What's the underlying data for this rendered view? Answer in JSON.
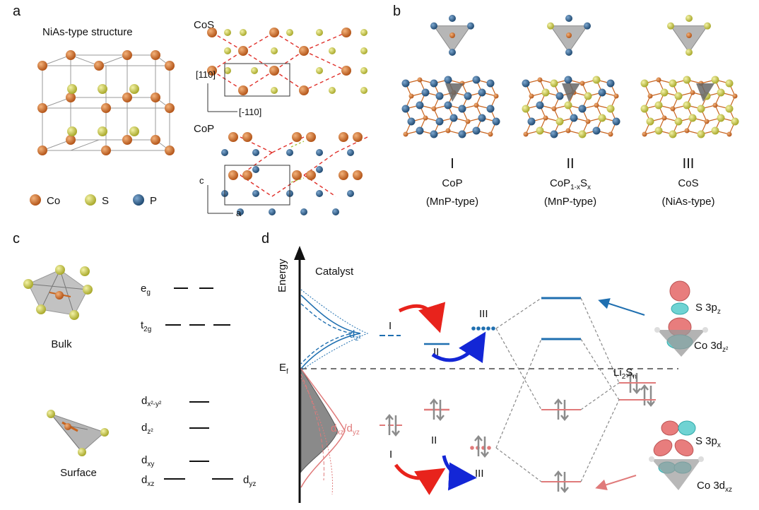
{
  "panels": {
    "a": "a",
    "b": "b",
    "c": "c",
    "d": "d"
  },
  "panel_a": {
    "title": "NiAs-type structure",
    "legend": [
      {
        "label": "Co",
        "color": "#c8641e"
      },
      {
        "label": "S",
        "color": "#c9c84a"
      },
      {
        "label": "P",
        "color": "#2e5f8f"
      }
    ],
    "cos_label": "CoS",
    "cop_label": "CoP",
    "axis_110": "[110]",
    "axis_m110": "[-110]",
    "axis_c": "c",
    "axis_a": "a"
  },
  "panel_b": {
    "columns": [
      {
        "roman": "I",
        "name": "CoP",
        "type": "(MnP-type)"
      },
      {
        "roman": "II",
        "name": "CoP",
        "name_sub": "1-x",
        "name_tail": "S",
        "name_sub2": "x",
        "type": "(MnP-type)"
      },
      {
        "roman": "III",
        "name": "CoS",
        "type": "(NiAs-type)"
      }
    ]
  },
  "panel_c": {
    "bulk_label": "Bulk",
    "surface_label": "Surface",
    "eg": "e",
    "eg_sub": "g",
    "t2g": "t",
    "t2g_sub": "2g",
    "dx2y2": "d",
    "dx2y2_sup": "x²-y²",
    "dz2": "d",
    "dz2_sub": "z²",
    "dxy": "d",
    "dxy_sub": "xy",
    "dxz": "d",
    "dxz_sub": "xz",
    "dyz": "d",
    "dyz_sub": "yz"
  },
  "panel_d": {
    "energy": "Energy",
    "catalyst": "Catalyst",
    "ef": "E",
    "ef_sub": "f",
    "dz2": "d",
    "dz2_sub": "z²",
    "dxzdyz": "d",
    "dxzdyz_sub1": "xz",
    "dxzdyz_mid": "/d",
    "dxzdyz_sub2": "yz",
    "roman_I": "I",
    "roman_II": "II",
    "roman_III": "III",
    "li2sn": "Li",
    "li2sn_sub1": "2",
    "li2sn_mid": "S",
    "li2sn_sub2": "n",
    "s3pz": "S 3p",
    "s3pz_sub": "z",
    "co3dz2": "Co 3d",
    "co3dz2_sub": "z²",
    "s3px": "S 3p",
    "s3px_sub": "x",
    "co3dxz": "Co 3d",
    "co3dxz_sub": "xz"
  },
  "colors": {
    "co": "#c8641e",
    "s": "#c9c84a",
    "p": "#2e5f8f",
    "blue": "#1f6fb0",
    "red": "#e07a7a",
    "arrowRed": "#e8231c",
    "arrowBlue": "#1326d6"
  }
}
